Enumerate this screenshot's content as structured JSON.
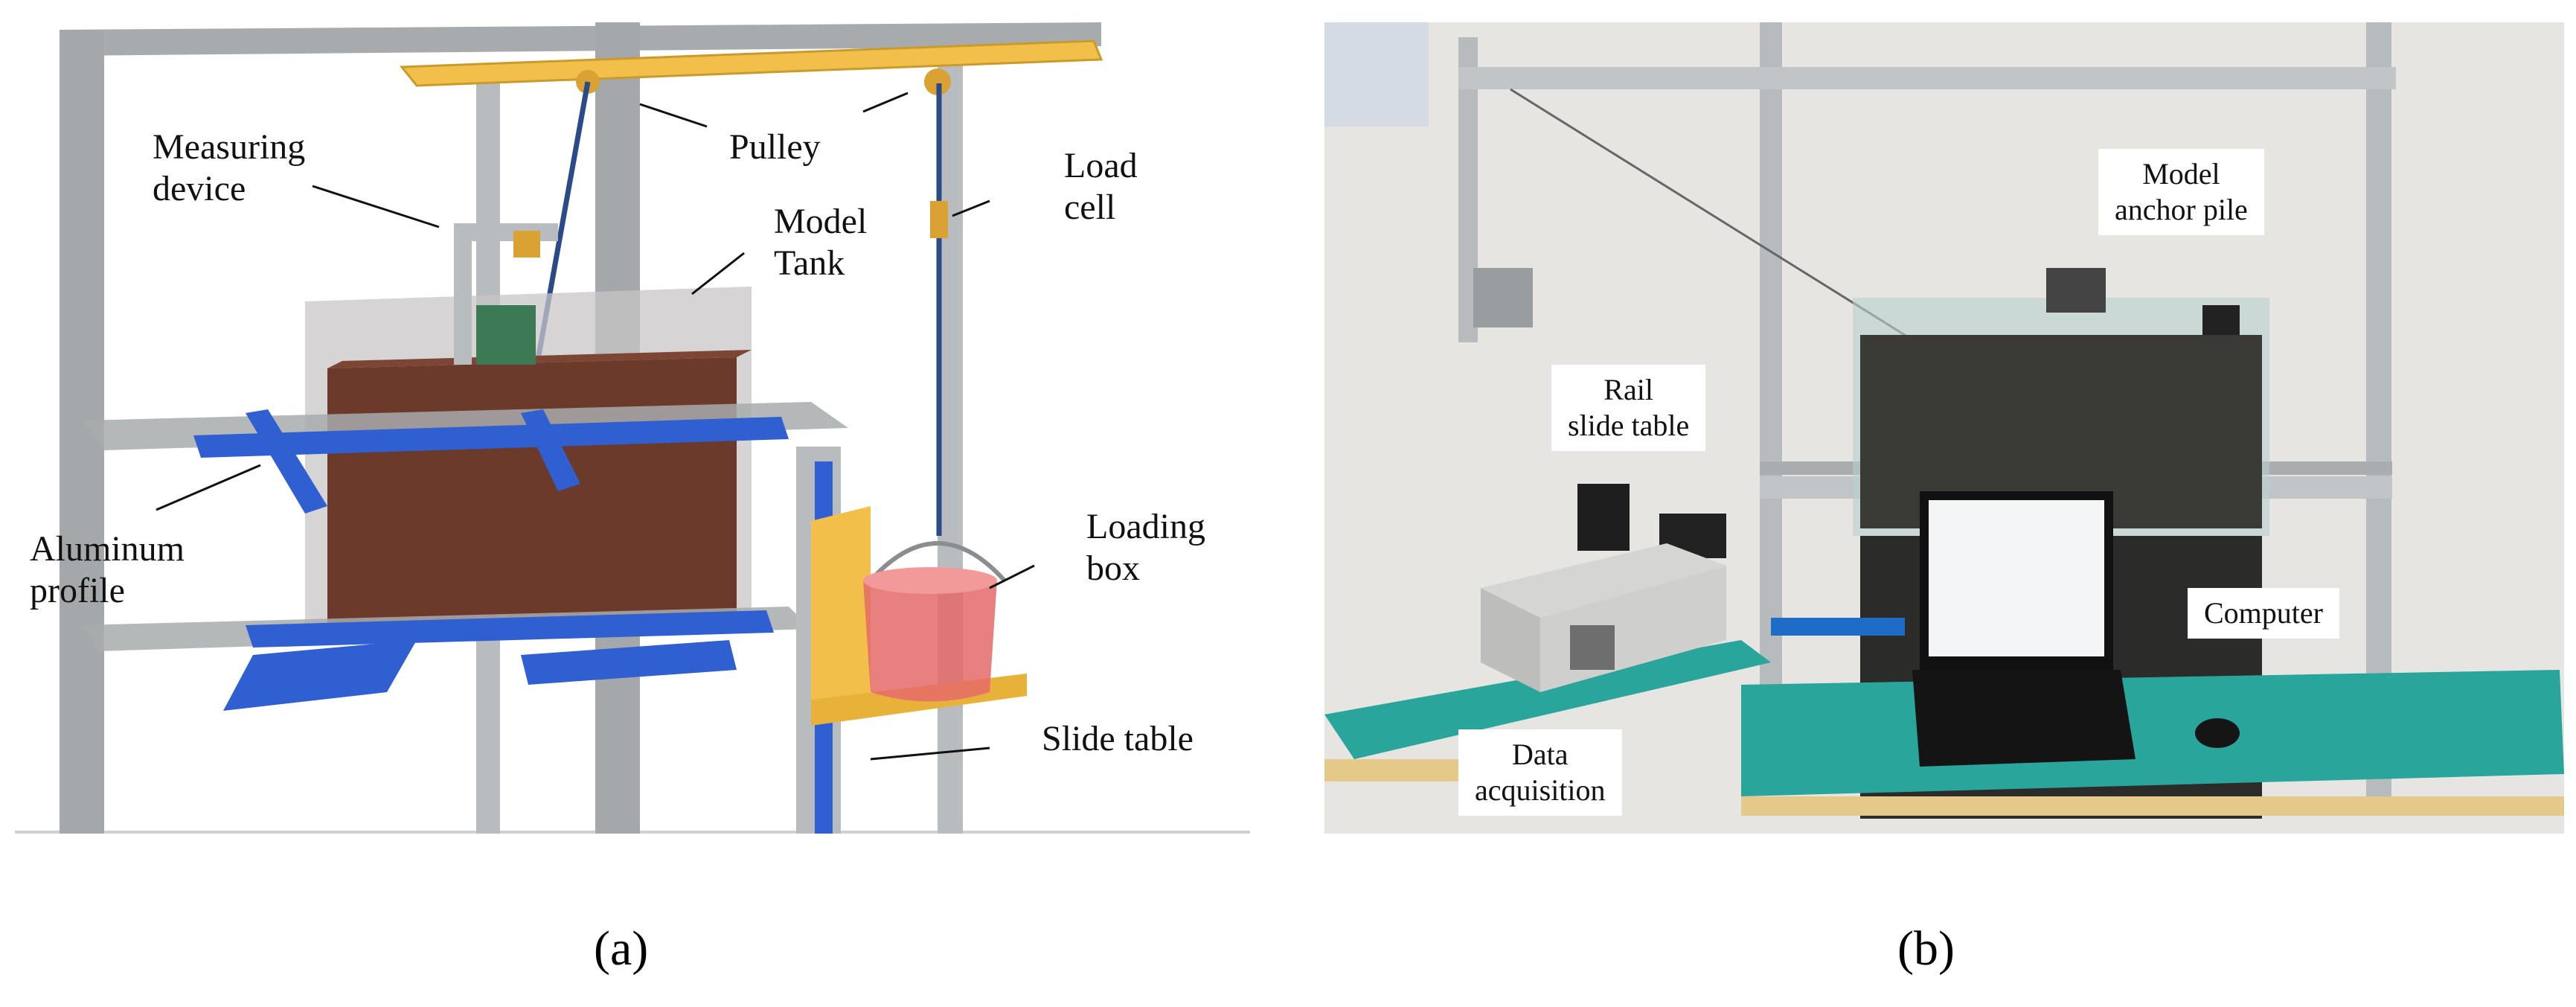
{
  "panel_a": {
    "labels": {
      "measuring_device": "Measuring\ndevice",
      "pulley": "Pulley",
      "load_cell": "Load\ncell",
      "model_tank": "Model\nTank",
      "aluminum_profile": "Aluminum\nprofile",
      "loading_box": "Loading\nbox",
      "slide_table": "Slide table"
    },
    "caption": "(a)"
  },
  "panel_b": {
    "labels": {
      "model_anchor_pile": "Model\nanchor pile",
      "rail_slide_table": "Rail\nslide table",
      "computer": "Computer",
      "data_acquisition": "Data\nacquisition"
    },
    "caption": "(b)"
  },
  "colors": {
    "frame_gray": "#a8abad",
    "beam_blue": "#2f5fd0",
    "pulley_yellow": "#f2c04a",
    "soil_brown": "#6b3a2a",
    "table_teal": "#2aa59c"
  }
}
